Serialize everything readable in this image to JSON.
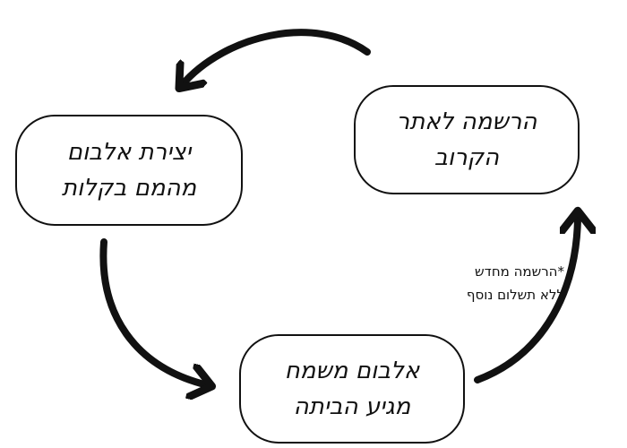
{
  "diagram": {
    "nodes": {
      "register": {
        "line1": "הרשמה לאתר",
        "line2": "הקרוב"
      },
      "create": {
        "line1": "יצירת אלבום",
        "line2": "מהמם בקלות"
      },
      "delivered": {
        "line1": "אלבום משמח",
        "line2": "מגיע הביתה"
      }
    },
    "note": {
      "line1": "*הרשמה מחדש",
      "line2": "ללא תשלום נוסף"
    },
    "colors": {
      "stroke": "#111111",
      "background": "#ffffff"
    },
    "flow": [
      "register → create",
      "create → delivered",
      "delivered → register"
    ]
  }
}
